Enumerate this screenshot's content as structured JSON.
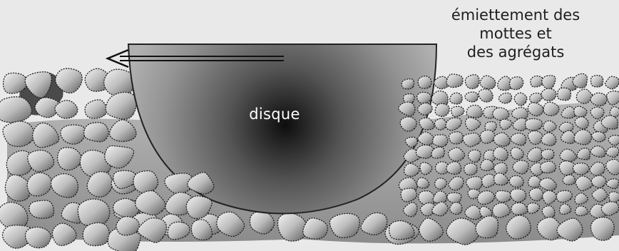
{
  "diagram": {
    "disc_label": "disque",
    "caption_lines": [
      "émiettement des",
      "mottes et",
      "des agrégats"
    ],
    "direction": "left"
  },
  "colors": {
    "background": "#e9e9e9",
    "clod_light": "#f4f4f4",
    "clod_dark": "#6a6a6a",
    "disc_edge": "#a8a8a8",
    "disc_center": "#0d0d0d",
    "outline": "#222222"
  }
}
